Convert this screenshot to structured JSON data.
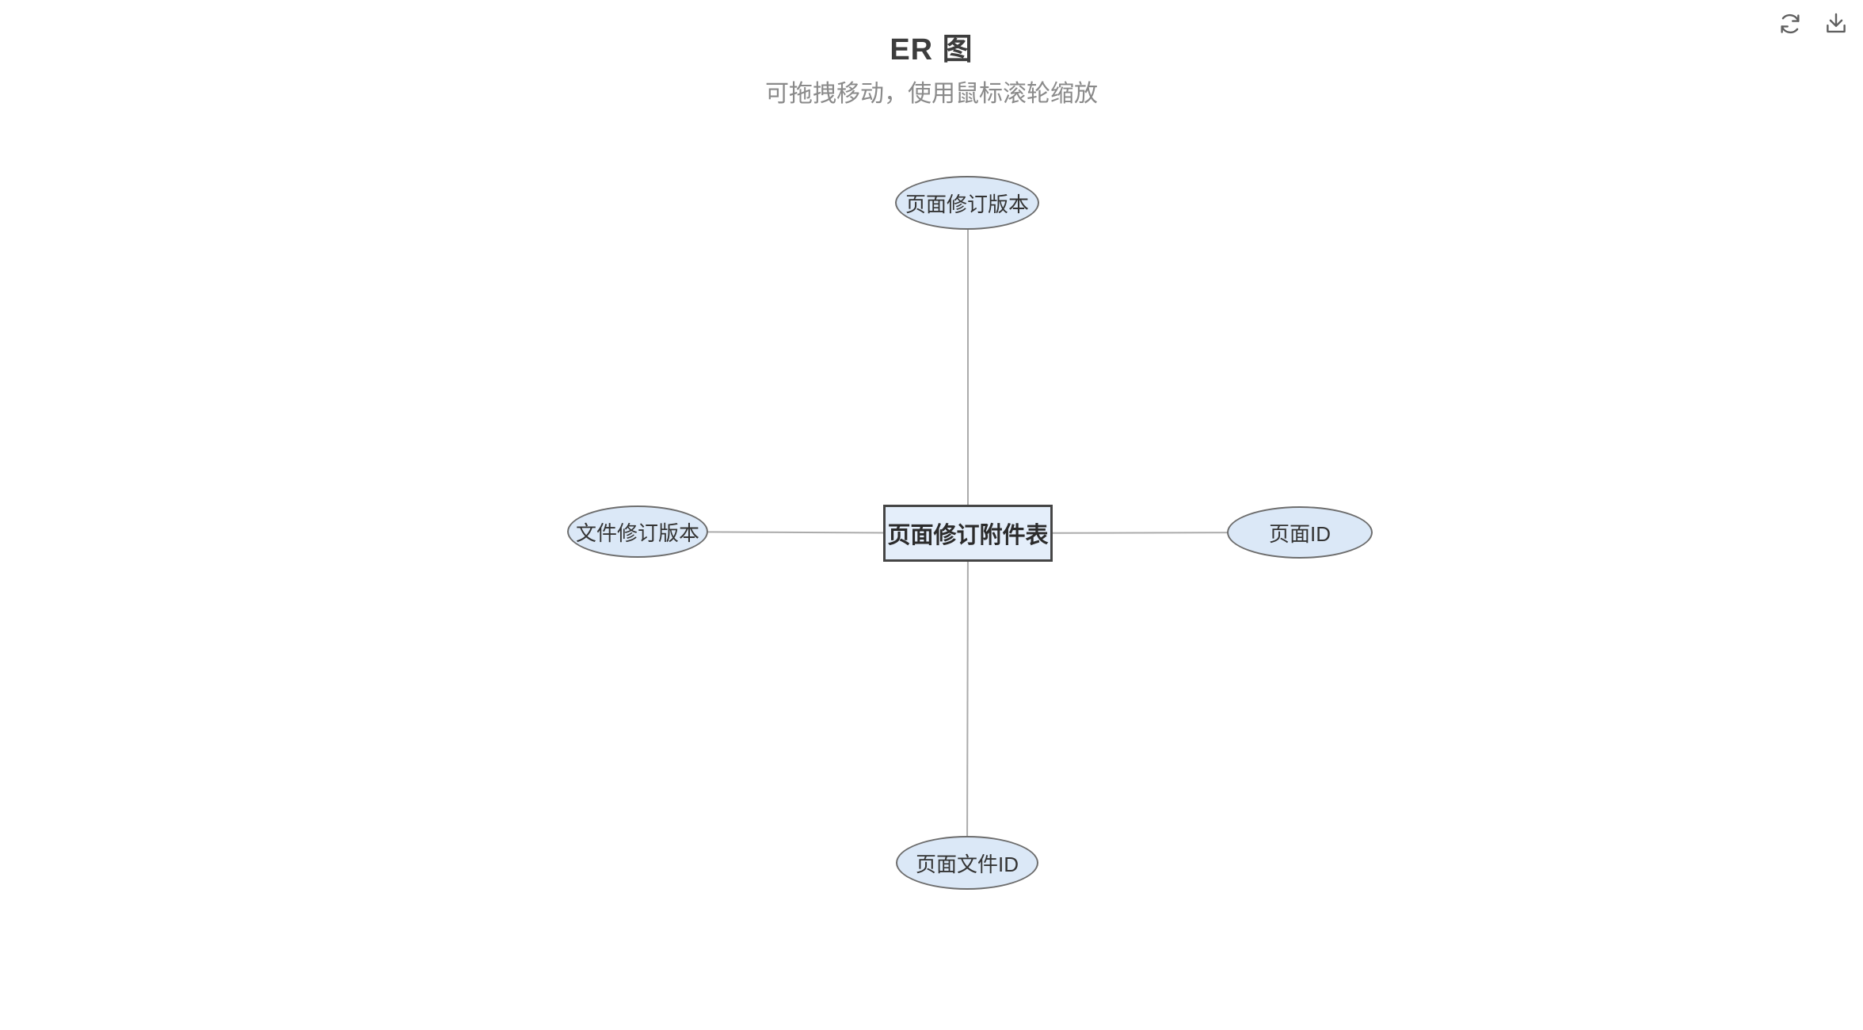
{
  "header": {
    "title": "ER 图",
    "subtitle": "可拖拽移动，使用鼠标滚轮缩放"
  },
  "toolbar": {
    "buttons": [
      {
        "name": "refresh",
        "icon": "refresh-icon"
      },
      {
        "name": "download",
        "icon": "download-icon"
      }
    ]
  },
  "diagram": {
    "type": "er-diagram",
    "entity": {
      "label": "页面修订附件表",
      "shape": "rectangle"
    },
    "attributes": [
      {
        "position": "top",
        "label": "页面修订版本",
        "shape": "ellipse"
      },
      {
        "position": "left",
        "label": "文件修订版本",
        "shape": "ellipse"
      },
      {
        "position": "right",
        "label": "页面ID",
        "shape": "ellipse"
      },
      {
        "position": "bottom",
        "label": "页面文件ID",
        "shape": "ellipse"
      }
    ],
    "edges": [
      {
        "from": "页面修订附件表",
        "to": "页面修订版本"
      },
      {
        "from": "页面修订附件表",
        "to": "文件修订版本"
      },
      {
        "from": "页面修订附件表",
        "to": "页面ID"
      },
      {
        "from": "页面修订附件表",
        "to": "页面文件ID"
      }
    ],
    "colors": {
      "attribute_fill": "#dbe8f7",
      "entity_fill": "#e4eefa",
      "attribute_border": "#6d6d6d",
      "entity_border": "#454545",
      "edge": "#ababab",
      "title_text": "#3d3d3d",
      "subtitle_text": "#8a8a8a",
      "icon": "#606060"
    }
  }
}
